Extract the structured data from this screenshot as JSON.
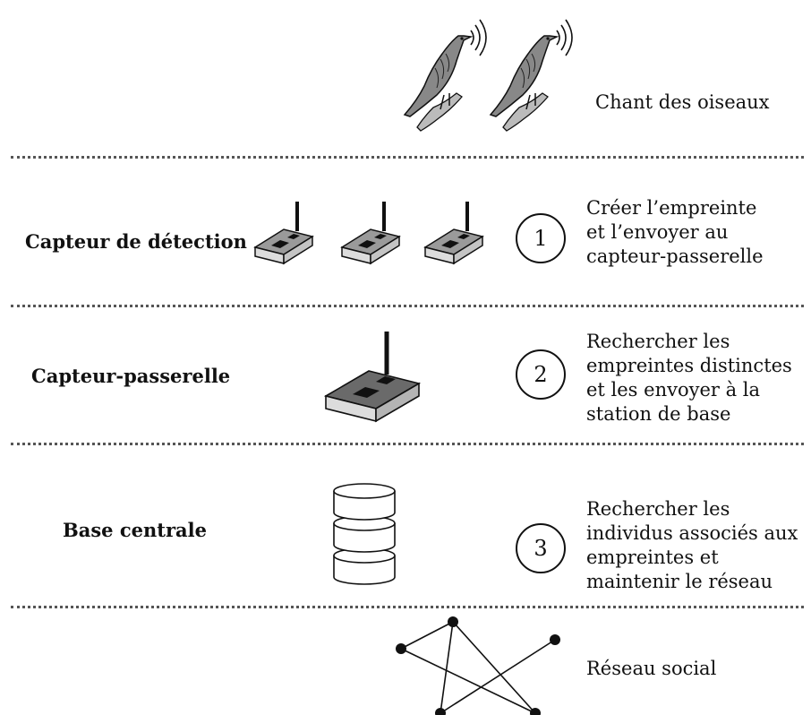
{
  "top": {
    "caption": "Chant des oiseaux"
  },
  "rows": [
    {
      "label": "Capteur de détection",
      "step": "1",
      "description": "Créer l’empreinte et l’envoyer au capteur-passerelle"
    },
    {
      "label": "Capteur-passerelle",
      "step": "2",
      "description": "Rechercher les empreintes distinctes et les envoyer à la station de base"
    },
    {
      "label": "Base centrale",
      "step": "3",
      "description": "Rechercher les individus associés aux empreintes et maintenir le réseau"
    }
  ],
  "bottom": {
    "caption": "Réseau social"
  },
  "icons": {
    "birds": "bird-icon",
    "sensors": "sensor-node-icon",
    "gateway": "gateway-sensor-icon",
    "database": "database-icon",
    "network": "social-network-graph-icon"
  },
  "colors": {
    "device_top": "#9a9a9a",
    "device_side": "#dcdcdc",
    "gateway_top": "#6a6a6a",
    "chip": "#111111"
  }
}
